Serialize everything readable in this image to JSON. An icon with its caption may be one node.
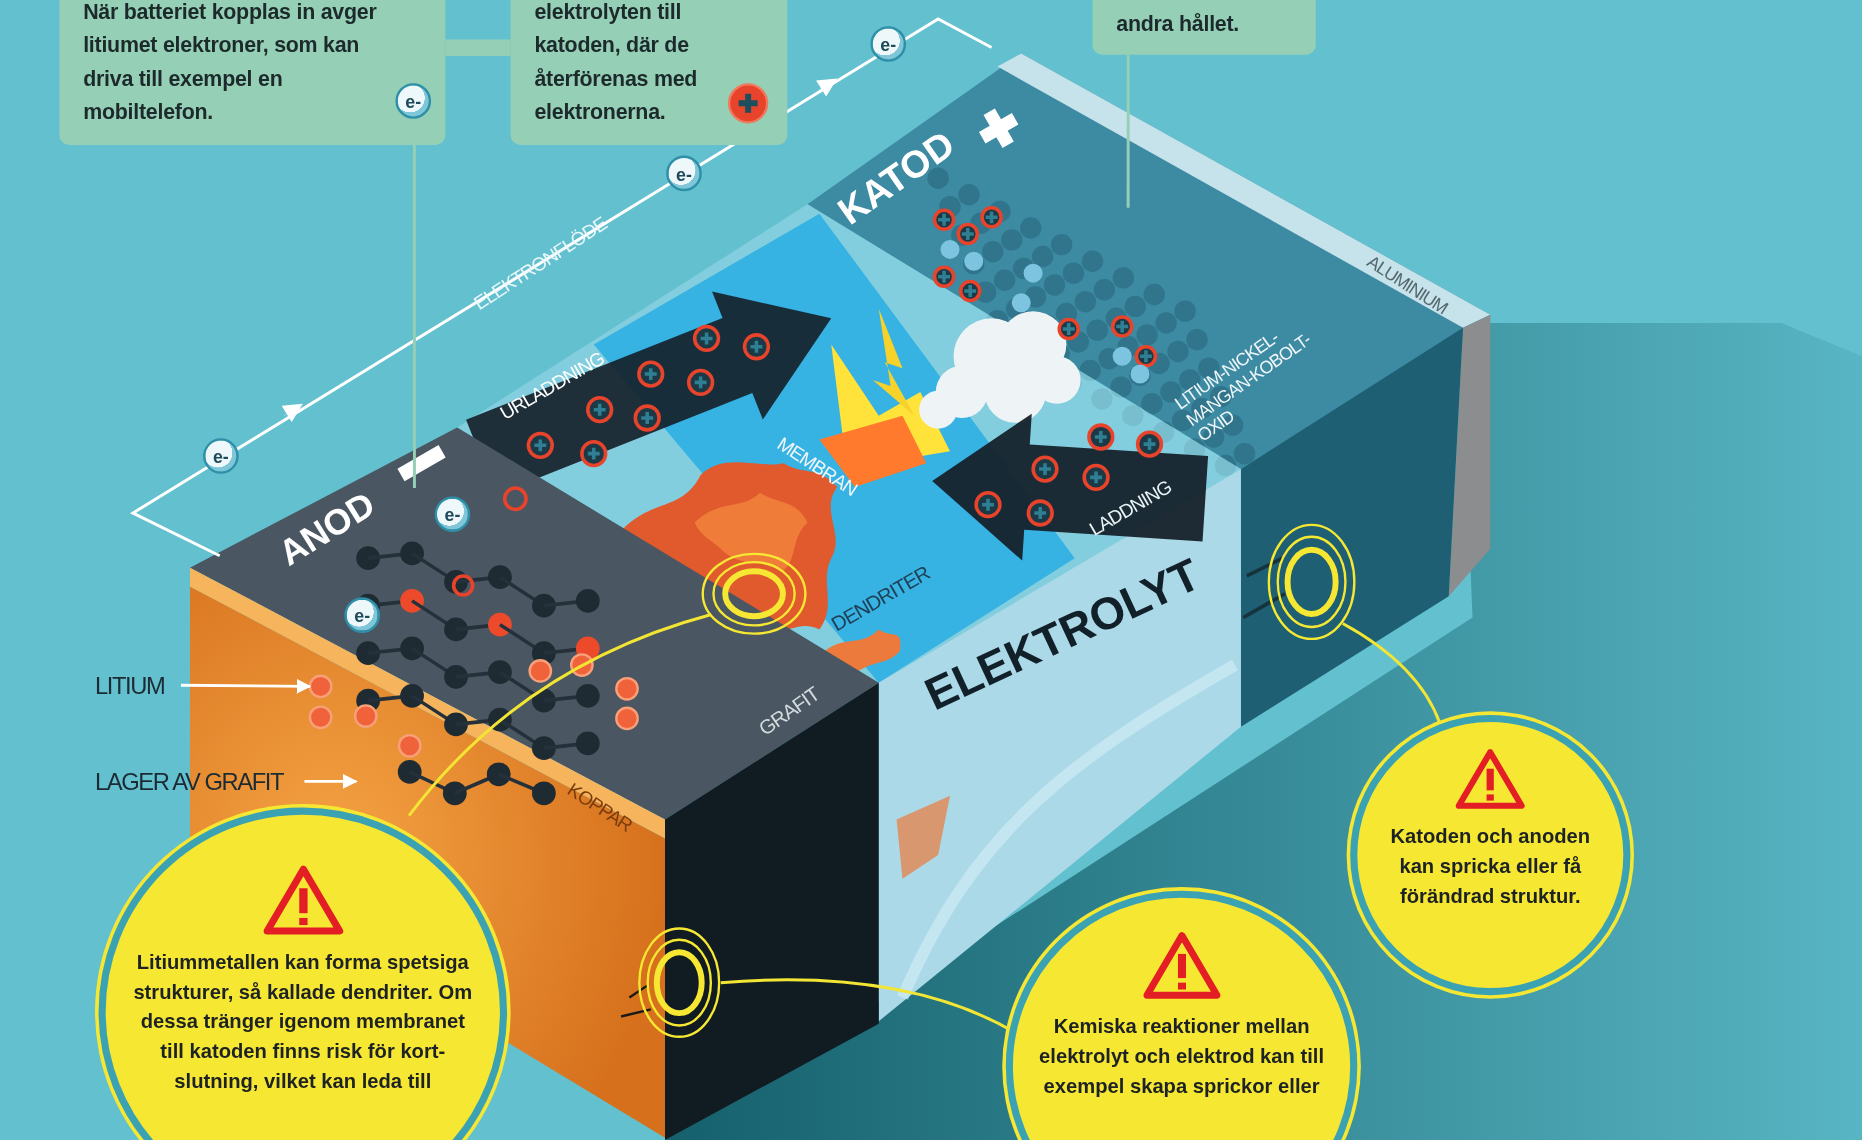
{
  "diagram": {
    "nodes": [
      {
        "text": [
          "När batteriet kopplas in avger litiumet elektroner, som kan driva till exempel en mobiltelefon."
        ]
      },
      {
        "text": [
          "elektrolyten till katoden, där de återförenas med elektronerna."
        ]
      },
      {
        "text": [
          "andra hållet."
        ]
      },
      {
        "text": [
          "LITIUM"
        ]
      },
      {
        "text": [
          "LAGER AV GRAFIT"
        ]
      },
      {
        "text": [],
        "shape": "circle"
      },
      {
        "text": [],
        "shape": "circle"
      },
      {
        "text": [],
        "shape": "circle"
      },
      {
        "text": [
          "Katoden och anoden kan spricka eller få förändrad struktur."
        ]
      },
      {
        "text": [
          "Litiummetallen kan forma spetsiga strukturer, så kallade dendriter. Om dessa tränger igenom membranet till katoden finns risk för kort- slutning, vilket kan leda till"
        ]
      },
      {
        "text": [
          "Kemiska reaktioner mellan elektrolyt och elektrod kan till exempel skapa sprickor eller"
        ]
      },
      {
        "text": [],
        "shape": "picture"
      },
      {
        "text": [],
        "shape": "picture"
      },
      {
        "text": [],
        "shape": "picture"
      }
    ],
    "edges": [
      {
        "from": 0,
        "to": 1,
        "arrow": "none",
        "style": "thick",
        "color": "#95cfb5"
      },
      {
        "from": 0,
        "to": 12,
        "arrow": "none",
        "color": "#95cfb5"
      },
      {
        "from": 2,
        "to": 13,
        "arrow": "none",
        "color": "#95cfb5"
      },
      {
        "from": 3,
        "to": 11,
        "arrow": "to",
        "color": "#ffffff"
      },
      {
        "from": 4,
        "to": 12,
        "arrow": "to",
        "color": "#ffffff"
      },
      {
        "from": 5,
        "to": 9,
        "arrow": "none",
        "color": "#f3e534"
      },
      {
        "from": 6,
        "to": 10,
        "arrow": "none",
        "color": "#f3e534"
      },
      {
        "from": 7,
        "to": 8,
        "arrow": "none",
        "color": "#f3e534"
      }
    ],
    "labels": [
      "e-",
      "e-",
      "KATOD",
      "e-",
      "ELEKTRONFLÖDE",
      "ALUMINIUM",
      "URLADDNING",
      "LITIUM-NICKEL-MANGAN-KOBOLT-OXID",
      "MEMBRAN",
      "e-",
      "ANOD",
      "LADDNING",
      "e-",
      "DENDRITER",
      "ELEKTROLYT",
      "e-",
      "GRAFIT",
      "KOPPAR"
    ]
  }
}
